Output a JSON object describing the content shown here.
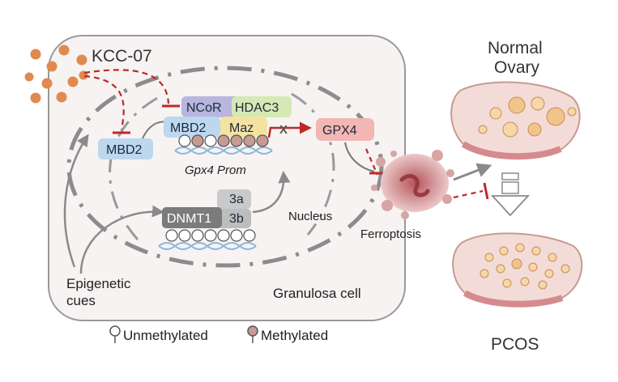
{
  "labels": {
    "kcc": "KCC-07",
    "mbd2_free": "MBD2",
    "ncor": "NCoR",
    "hdac3": "HDAC3",
    "mbd2_bound": "MBD2",
    "maz": "Maz",
    "prom": "Gpx4 Prom",
    "gpx4": "GPX4",
    "x_mark": "X",
    "dnmt1": "DNMT1",
    "dnmt3a": "3a",
    "dnmt3b": "3b",
    "nucleus": "Nucleus",
    "epigenetic_line1": "Epigenetic",
    "epigenetic_line2": "cues",
    "granulosa": "Granulosa cell",
    "ferroptosis": "Ferroptosis",
    "normal_line1": "Normal",
    "normal_line2": "Ovary",
    "pcos": "PCOS"
  },
  "legend": {
    "unmethylated": "Unmethylated",
    "methylated": "Methylated"
  },
  "colors": {
    "cell_fill": "#f6f3f2",
    "cell_stroke": "#9a9a9a",
    "nucleus_dash": "#8c8c8c",
    "inhibit_red": "#c0282a",
    "mbd2_box": "#bcd7ee",
    "ncor_box": "#b8b5de",
    "hdac3_box": "#d5e9b4",
    "maz_box": "#f4e3a0",
    "gpx4_box": "#f2b6b3",
    "dnmt1_box": "#7b7b7b",
    "dnmt3_box": "#c9c9c9",
    "methylated_bead": "#c79a92",
    "kcc_dots": "#e08a4f",
    "ovary_fill": "#f0c9c4",
    "dna_blue": "#8bb7de"
  }
}
